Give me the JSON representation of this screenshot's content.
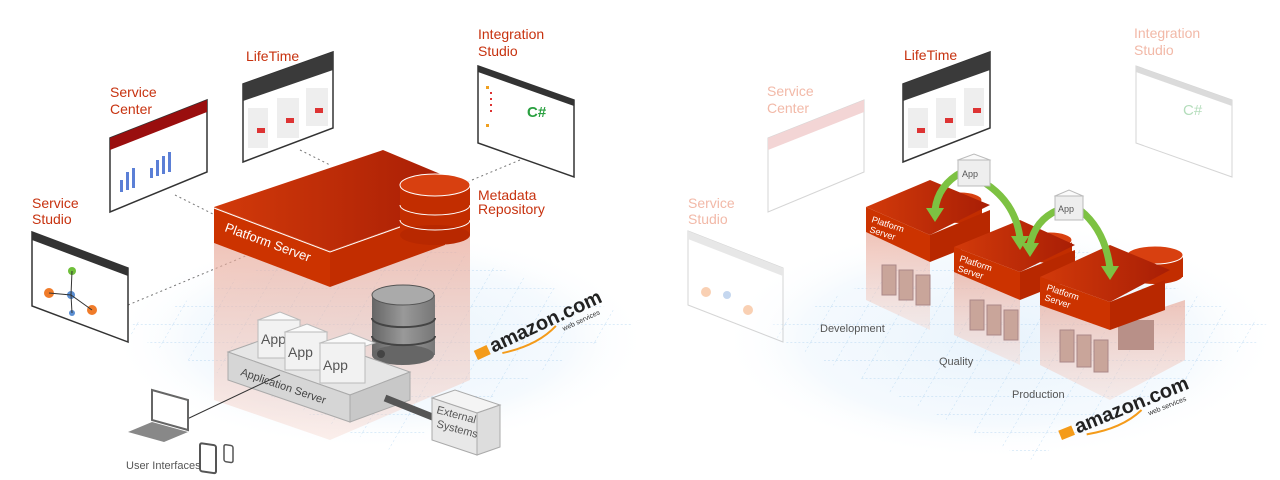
{
  "left_diagram": {
    "tools": {
      "service_studio": [
        "Service",
        "Studio"
      ],
      "service_center": [
        "Service",
        "Center"
      ],
      "lifetime": "LifeTime",
      "integration_studio": [
        "Integration",
        "Studio"
      ],
      "csharp": "C#"
    },
    "platform_server": "Platform Server",
    "metadata_repository": [
      "Metadata",
      "Repository"
    ],
    "app_label": "App",
    "application_server": "Application Server",
    "external_systems": [
      "External",
      "Systems"
    ],
    "user_interfaces": "User Interfaces",
    "cloud_logo": "amazon.com",
    "cloud_logo_sub": "web services"
  },
  "right_diagram": {
    "tools": {
      "service_studio": [
        "Service",
        "Studio"
      ],
      "service_center": [
        "Service",
        "Center"
      ],
      "lifetime": "LifeTime",
      "integration_studio": [
        "Integration",
        "Studio"
      ],
      "csharp": "C#"
    },
    "platform_server": [
      "Platform",
      "Server"
    ],
    "app_label": "App",
    "environments": [
      "Development",
      "Quality",
      "Production"
    ],
    "cloud_logo": "amazon.com",
    "cloud_logo_sub": "web services"
  },
  "colors": {
    "accent": "#c7320f",
    "platform_red": "#cc3300",
    "arrow_green": "#7dc242",
    "grid_blue": "#bcdcf5"
  }
}
